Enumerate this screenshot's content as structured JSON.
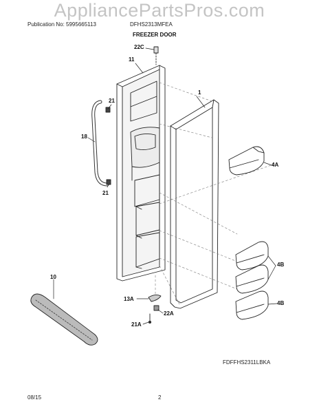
{
  "header": {
    "watermark": "AppliancePartsPros.com",
    "publication": "Publication No: 5995665113",
    "model": "DFHS2313MFEA",
    "section_title": "FREEZER DOOR"
  },
  "parts": [
    {
      "id": "22c",
      "label": "22C"
    },
    {
      "id": "11",
      "label": "11"
    },
    {
      "id": "1",
      "label": "1"
    },
    {
      "id": "21-top",
      "label": "21"
    },
    {
      "id": "18",
      "label": "18"
    },
    {
      "id": "21-bottom",
      "label": "21"
    },
    {
      "id": "4a",
      "label": "4A"
    },
    {
      "id": "4b-top",
      "label": "4B"
    },
    {
      "id": "4b-bottom",
      "label": "4B"
    },
    {
      "id": "10",
      "label": "10"
    },
    {
      "id": "13a",
      "label": "13A"
    },
    {
      "id": "22a",
      "label": "22A"
    },
    {
      "id": "21a",
      "label": "21A"
    }
  ],
  "footer": {
    "diagram_code": "FDFFHS2311LBKA",
    "date": "08/15",
    "page_number": "2"
  }
}
